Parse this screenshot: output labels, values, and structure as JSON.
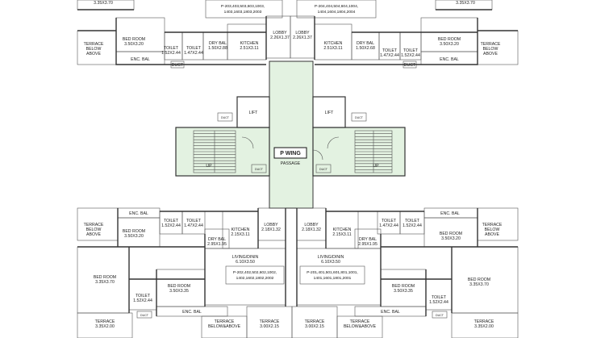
{
  "colors": {
    "orange": "#fbe3c4",
    "blue": "#d6ecf7",
    "green": "#e3f2e1",
    "grey": "#e6e6e6",
    "white": "#ffffff"
  },
  "wing": {
    "title": "P WING",
    "passage": "PASSAGE"
  },
  "core": {
    "lift_left": "LIFT",
    "lift_right": "LIFT",
    "duct": "DUCT",
    "up_left": "UP",
    "up_right": "UP"
  },
  "top_left": {
    "top_dim": "3.35X3.70",
    "terrace": [
      "TERRACE",
      "BELOW",
      "ABOVE"
    ],
    "bedroom": [
      "BED ROOM",
      "3.50X3.20"
    ],
    "toilet1": [
      "TOILET",
      "1.52X2.44"
    ],
    "toilet2": [
      "TOILET",
      "1.47X2.44"
    ],
    "drybal": [
      "DRY BAL",
      "1.50X2.88"
    ],
    "kitchen": [
      "KITCHEN",
      "2.51X3.11"
    ],
    "encbal": "ENC. BAL",
    "duct": "DUCT",
    "units": [
      "P-203,403,503,603,1003,",
      "1403,1603,1803,2003"
    ]
  },
  "top_right": {
    "top_dim": "3.35X3.70",
    "terrace": [
      "TERRACE",
      "BELOW",
      "ABOVE"
    ],
    "bedroom": [
      "BED ROOM",
      "3.50X3.20"
    ],
    "toilet1": [
      "TOILET",
      "1.47X2.44"
    ],
    "toilet2": [
      "TOILET",
      "1.52X2.44"
    ],
    "drybal": [
      "DRY BAL",
      "1.50X2.68"
    ],
    "kitchen": [
      "KITCHEN",
      "2.51X3.11"
    ],
    "encbal": "ENC. BAL",
    "duct": "DUCT",
    "units": [
      "P-204,404,504,604,1004,",
      "1404,1604,1804,2004"
    ]
  },
  "lobby_top_left": [
    "LOBBY",
    "2.26X1.37"
  ],
  "lobby_top_right": [
    "LOBBY",
    "2.26X1.37"
  ],
  "bottom_left": {
    "terrace_side": [
      "TERRACE",
      "BELOW",
      "ABOVE"
    ],
    "encbal": "ENC. BAL",
    "toilet1": [
      "TOILET",
      "1.52X2.44"
    ],
    "toilet2": [
      "TOILET",
      "1.47X2.44"
    ],
    "bedroom1": [
      "BED ROOM",
      "3.50X3.20"
    ],
    "drybal": [
      "DRY BAL",
      "2.95X1.95"
    ],
    "kitchen": [
      "KITCHEN",
      "2.15X3.11"
    ],
    "lobby": [
      "LOBBY",
      "2.18X1.32"
    ],
    "living": [
      "LIVING/DININ",
      "6.10X3.50"
    ],
    "units": [
      "P-202,402,502,602,1002,",
      "1402,1602,1802,2002"
    ],
    "bedroom2": [
      "BED ROOM",
      "3.35X3.70"
    ],
    "toilet3": [
      "TOILET",
      "1.52X2.44"
    ],
    "bedroom3": [
      "BED ROOM",
      "3.50X3.35"
    ],
    "encbal2": "ENC. BAL",
    "duct": "DUCT",
    "terrace_bottom": [
      "TERRACE",
      "3.35X2.00"
    ],
    "terrace_mid": [
      "TERRACE",
      "BELOW&ABOVE"
    ],
    "terrace_right": [
      "TERRACE",
      "3.00X2.15"
    ]
  },
  "bottom_right": {
    "terrace_side": [
      "TERRACE",
      "BELOW",
      "ABOVE"
    ],
    "encbal": "ENC. BAL",
    "toilet1": [
      "TOILET",
      "1.47X2.44"
    ],
    "toilet2": [
      "TOILET",
      "1.52X2.44"
    ],
    "bedroom1": [
      "BED ROOM",
      "3.50X3.20"
    ],
    "drybal": [
      "DRY BAL",
      "2.95X1.95"
    ],
    "kitchen": [
      "KITCHEN",
      "2.15X3.11"
    ],
    "lobby": [
      "LOBBY",
      "2.18X1.32"
    ],
    "living": [
      "LIVING/DININ",
      "6.10X3.50"
    ],
    "units": [
      "P-201,401,501,601,801,1001,",
      "1401,1601,1801,2001"
    ],
    "bedroom2": [
      "BED ROOM",
      "3.35X3.70"
    ],
    "toilet3": [
      "TOILET",
      "1.52X2.44"
    ],
    "bedroom3": [
      "BED ROOM",
      "3.50X3.35"
    ],
    "encbal2": "ENC. BAL",
    "duct": "DUCT",
    "terrace_bottom": [
      "TERRACE",
      "3.35X2.00"
    ],
    "terrace_mid": [
      "TERRACE",
      "BELOW&ABOVE"
    ],
    "terrace_left": [
      "TERRACE",
      "3.00X2.15"
    ]
  }
}
